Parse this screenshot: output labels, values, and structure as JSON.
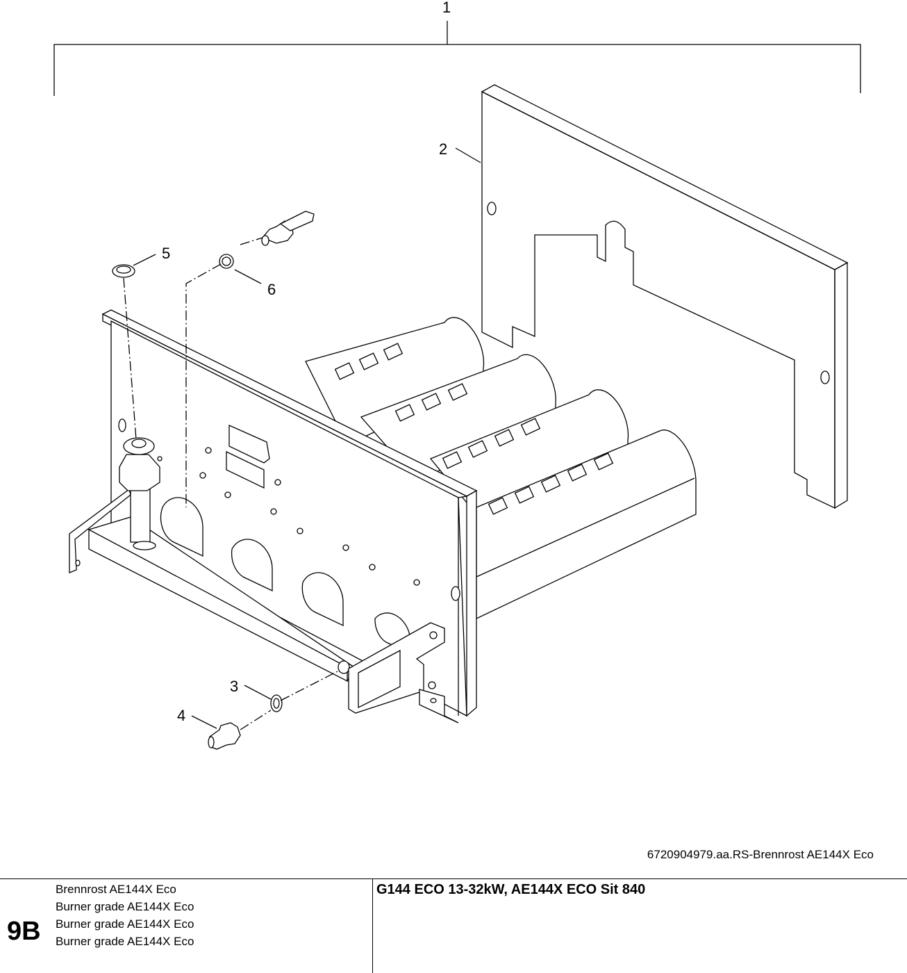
{
  "callouts": {
    "c1": "1",
    "c2": "2",
    "c3": "3",
    "c4": "4",
    "c5": "5",
    "c6": "6"
  },
  "figure_reference": "6720904979.aa.RS-Brennrost AE144X Eco",
  "footer": {
    "sheet": "9B",
    "part_names": [
      "Brennrost AE144X Eco",
      "Burner grade AE144X Eco",
      "Burner grade AE144X Eco",
      "Burner grade AE144X Eco"
    ],
    "title": "G144 ECO 13-32kW, AE144X ECO Sit 840"
  }
}
